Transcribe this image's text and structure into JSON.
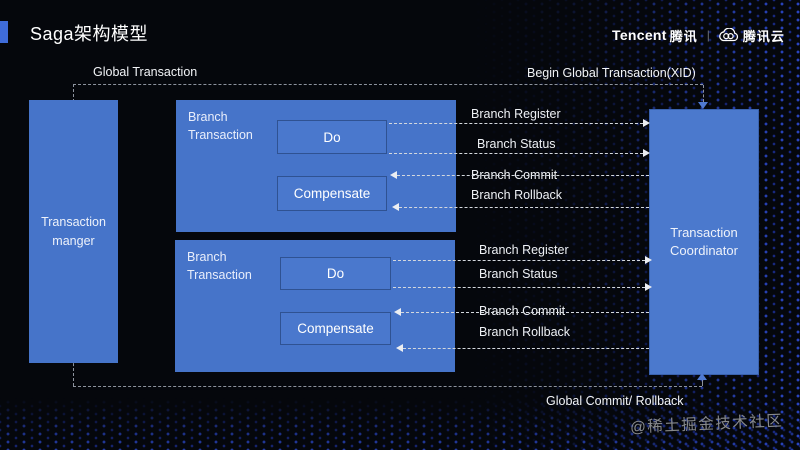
{
  "slide": {
    "title": "Saga架构模型",
    "watermark": "@稀土掘金技术社区"
  },
  "header": {
    "brand_en": "Tencent",
    "brand_cn": "腾讯",
    "divider": "|",
    "brand_cloud": "腾讯云",
    "cloud_icon": "tencent-cloud-logo"
  },
  "diagram": {
    "global_transaction_label": "Global Transaction",
    "begin_global_transaction_label": "Begin Global Transaction(XID)",
    "global_commit_label": "Global Commit/ Rollback",
    "transaction_manager_label": "Transaction manger",
    "transaction_coordinator_label": "Transaction Coordinator",
    "branches": [
      {
        "label": "Branch Transaction",
        "do_label": "Do",
        "compensate_label": "Compensate",
        "messages": {
          "register": "Branch Register",
          "status": "Branch Status",
          "commit": "Branch Commit",
          "rollback": "Branch Rollback"
        }
      },
      {
        "label": "Branch Transaction",
        "do_label": "Do",
        "compensate_label": "Compensate",
        "messages": {
          "register": "Branch Register",
          "status": "Branch Status",
          "commit": "Branch Commit",
          "rollback": "Branch Rollback"
        }
      }
    ]
  },
  "colors": {
    "background": "#05070c",
    "box_blue": "#4674c9",
    "inner_box_blue": "#4a78cd",
    "inner_box_border": "#2f5292",
    "accent_bar": "#3f6cd9",
    "dashed_boundary": "#8d939e",
    "arrow_line": "#d4d8de",
    "global_arrowhead": "#4f7ad2",
    "dot_pattern": "#2c49cc",
    "watermark": "#87898c"
  }
}
